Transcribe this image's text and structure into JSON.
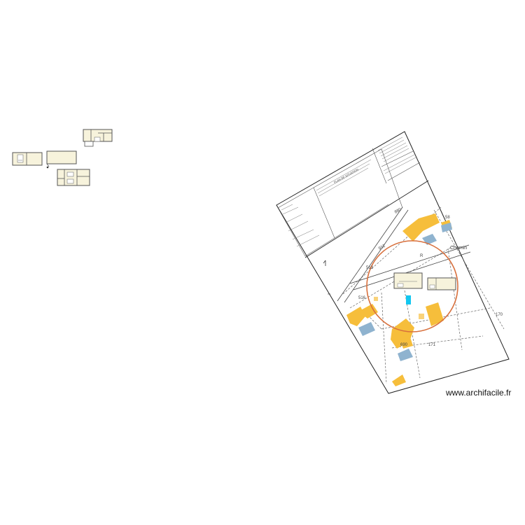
{
  "watermark": "www.archifacile.fr",
  "plan_sheet": {
    "title_block_heading": "PLAN DE SITUATION",
    "parcel_labels": [
      "880",
      "Chemin",
      "912",
      "513",
      "516",
      "R",
      "170",
      "171",
      "690",
      "58"
    ],
    "road_label": "Chemin"
  },
  "colors": {
    "building": "#f6be3b",
    "building_light": "#f9d27a",
    "water": "#8fb3cf",
    "pool": "#13c7f0",
    "radius_circle": "#d8703d",
    "thumbnail_fill": "#f7f3dc"
  },
  "thumbnails": [
    {
      "name": "floor-plan-thumbnail-1"
    },
    {
      "name": "floor-plan-thumbnail-2"
    },
    {
      "name": "floor-plan-thumbnail-3"
    },
    {
      "name": "floor-plan-thumbnail-4"
    }
  ]
}
